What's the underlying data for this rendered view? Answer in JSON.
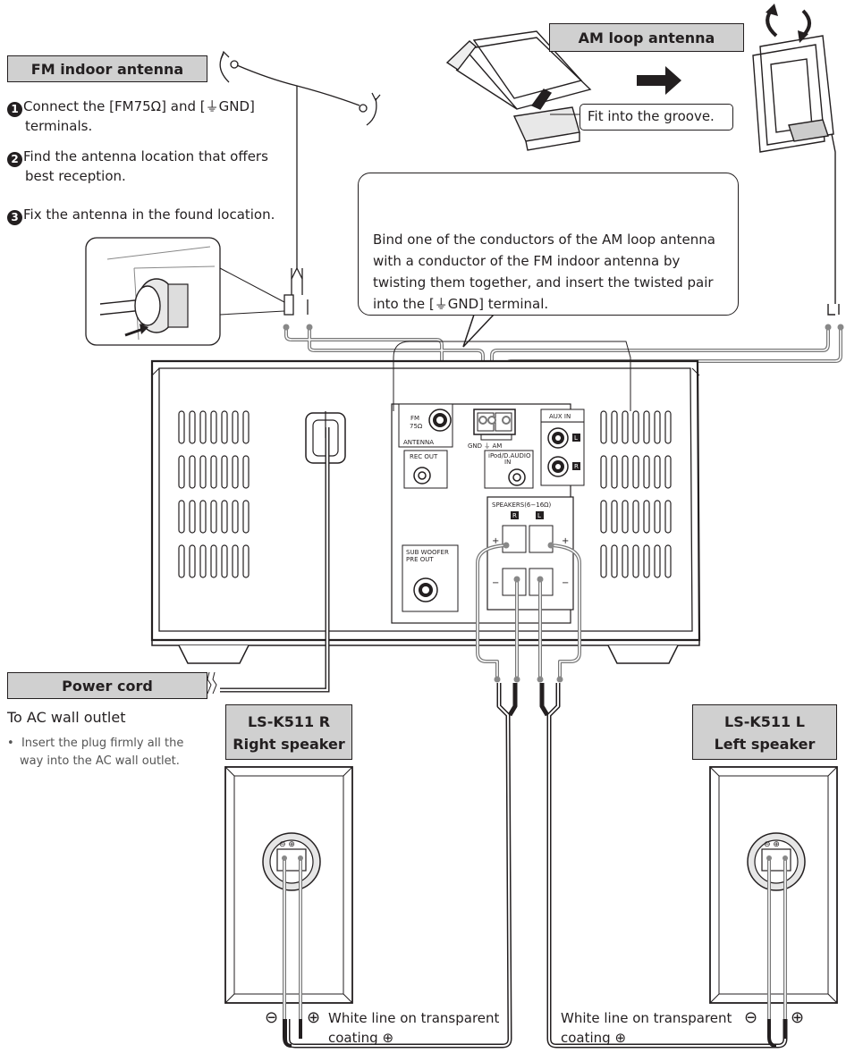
{
  "fm_antenna": {
    "title": "FM indoor antenna",
    "steps": [
      {
        "num": "1",
        "text_line1": "Connect the [FM75Ω] and [",
        "text_gnd": "GND]",
        "text_line2": "terminals."
      },
      {
        "num": "2",
        "text_line1": "Find the antenna location that offers",
        "text_line2": "best reception."
      },
      {
        "num": "3",
        "text_line1": "Fix the antenna in the found location."
      }
    ],
    "ground_symbol": "⏚"
  },
  "am_antenna": {
    "title": "AM loop antenna",
    "groove_callout": "Fit into the groove."
  },
  "bind_instructions": {
    "text": "Bind one of the conductors of the AM loop antenna with a conductor of the FM indoor antenna by twisting them together, and insert the twisted pair into the [⏚GND] terminal."
  },
  "rear_panel": {
    "fm_label": "FM",
    "fm_ohm": "75Ω",
    "antenna_label": "ANTENNA",
    "gnd_am_label": "GND ⏚ AM",
    "aux_in": "AUX IN",
    "rec_out": "REC OUT",
    "ipod_in": "iPod/D.AUDIO",
    "ipod_in2": "IN",
    "speakers": "SPEAKERS(6−16Ω)",
    "sub_woofer": "SUB WOOFER",
    "pre_out": "PRE OUT",
    "ch_r": "R",
    "ch_l": "L",
    "plus": "+",
    "minus": "−"
  },
  "power": {
    "title": "Power cord",
    "heading": "To AC wall outlet",
    "note_line1": "Insert the plug firmly all the",
    "note_line2": "way into the AC wall outlet.",
    "bullet": "•"
  },
  "speaker_right": {
    "model": "LS-K511 R",
    "name": "Right speaker"
  },
  "speaker_left": {
    "model": "LS-K511 L",
    "name": "Left speaker"
  },
  "wire_note": {
    "minus_symbol": "⊖",
    "plus_symbol": "⊕",
    "right_line1": "White line on transparent",
    "right_line2": "coating ⊕",
    "left_line1": "White line on transparent",
    "left_line2": "coating ⊕"
  }
}
